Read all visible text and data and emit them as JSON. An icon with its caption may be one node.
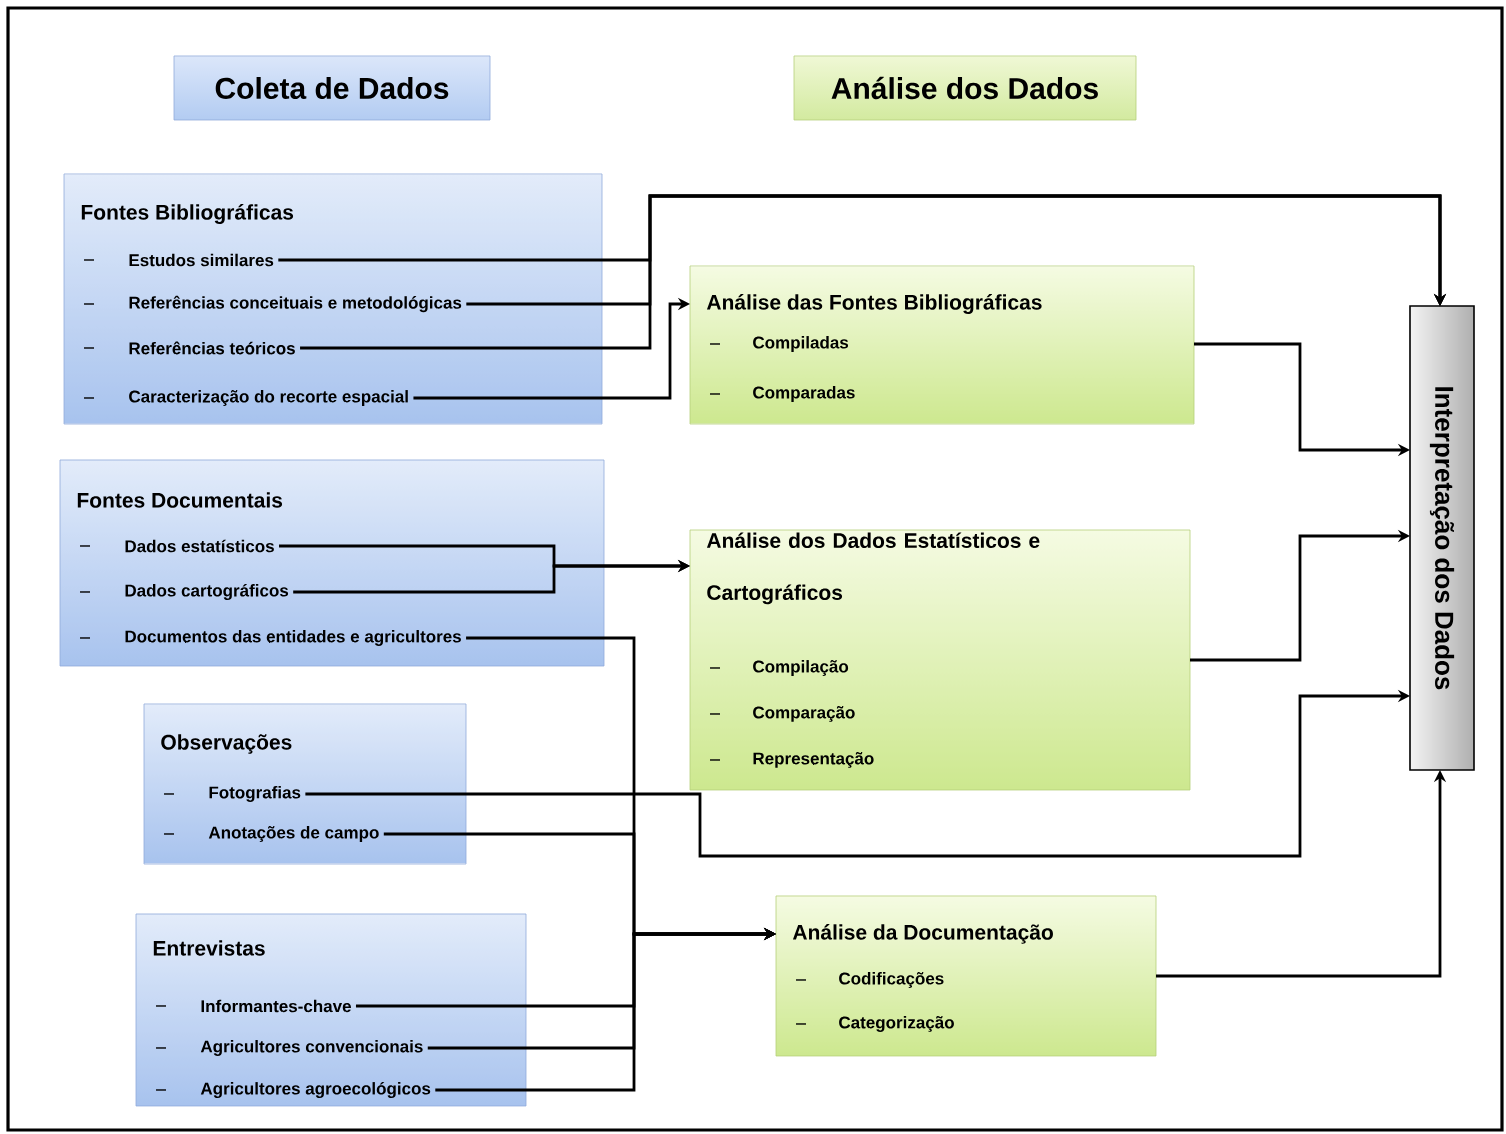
{
  "diagram": {
    "nodes": [
      {
        "text": [
          "Coleta de Dados"
        ]
      },
      {
        "text": [
          "Análise dos Dados"
        ]
      },
      {
        "text": [
          "Fontes Bibliográficas"
        ]
      },
      {
        "text": [
          "Estudos similares"
        ],
        "in": 2
      },
      {
        "text": [
          "Referências conceituais e metodológicas"
        ],
        "in": 2
      },
      {
        "text": [
          "Referências teóricos"
        ],
        "in": 2
      },
      {
        "text": [
          "Caracterização do recorte espacial"
        ],
        "in": 2
      },
      {
        "text": [
          "Fontes Documentais"
        ]
      },
      {
        "text": [
          "Dados estatísticos"
        ],
        "in": 7
      },
      {
        "text": [
          "Dados cartográficos"
        ],
        "in": 7
      },
      {
        "text": [
          "Documentos das entidades e agricultores"
        ],
        "in": 7
      },
      {
        "text": [
          "Observações"
        ]
      },
      {
        "text": [
          "Fotografias"
        ],
        "in": 11
      },
      {
        "text": [
          "Anotações de campo"
        ],
        "in": 11
      },
      {
        "text": [
          "Entrevistas"
        ]
      },
      {
        "text": [
          "Informantes-chave"
        ],
        "in": 14
      },
      {
        "text": [
          "Agricultores convencionais"
        ],
        "in": 14
      },
      {
        "text": [
          "Agricultores agroecológicos"
        ],
        "in": 14
      },
      {
        "text": [
          "Análise das Fontes Bibliográficas",
          "Compiladas",
          "Comparadas"
        ]
      },
      {
        "text": [
          "Análise dos Dados Estatísticos e Cartográficos",
          "Compilação",
          "Comparação",
          "Representação"
        ]
      },
      {
        "text": [
          "Análise da Documentação",
          "Codificações",
          "Categorização"
        ]
      },
      {
        "text": [
          "Interpretação dos Dados"
        ]
      }
    ],
    "edges": [
      {
        "from": 3,
        "to": 21,
        "arrow": "to"
      },
      {
        "from": 4,
        "to": 21,
        "arrow": "to"
      },
      {
        "from": 5,
        "to": 21,
        "arrow": "to"
      },
      {
        "from": 6,
        "to": 18,
        "arrow": "to"
      },
      {
        "from": 8,
        "to": 19,
        "arrow": "to"
      },
      {
        "from": 9,
        "to": 19,
        "arrow": "to"
      },
      {
        "from": 10,
        "to": 20,
        "arrow": "to"
      },
      {
        "from": 13,
        "to": 20,
        "arrow": "to"
      },
      {
        "from": 15,
        "to": 20,
        "arrow": "to"
      },
      {
        "from": 16,
        "to": 20,
        "arrow": "to"
      },
      {
        "from": 17,
        "to": 20,
        "arrow": "to"
      },
      {
        "from": 12,
        "to": 21,
        "arrow": "to"
      },
      {
        "from": 18,
        "to": 21,
        "arrow": "to"
      },
      {
        "from": 19,
        "to": 21,
        "arrow": "to"
      },
      {
        "from": 20,
        "to": 21,
        "arrow": "to"
      }
    ]
  }
}
